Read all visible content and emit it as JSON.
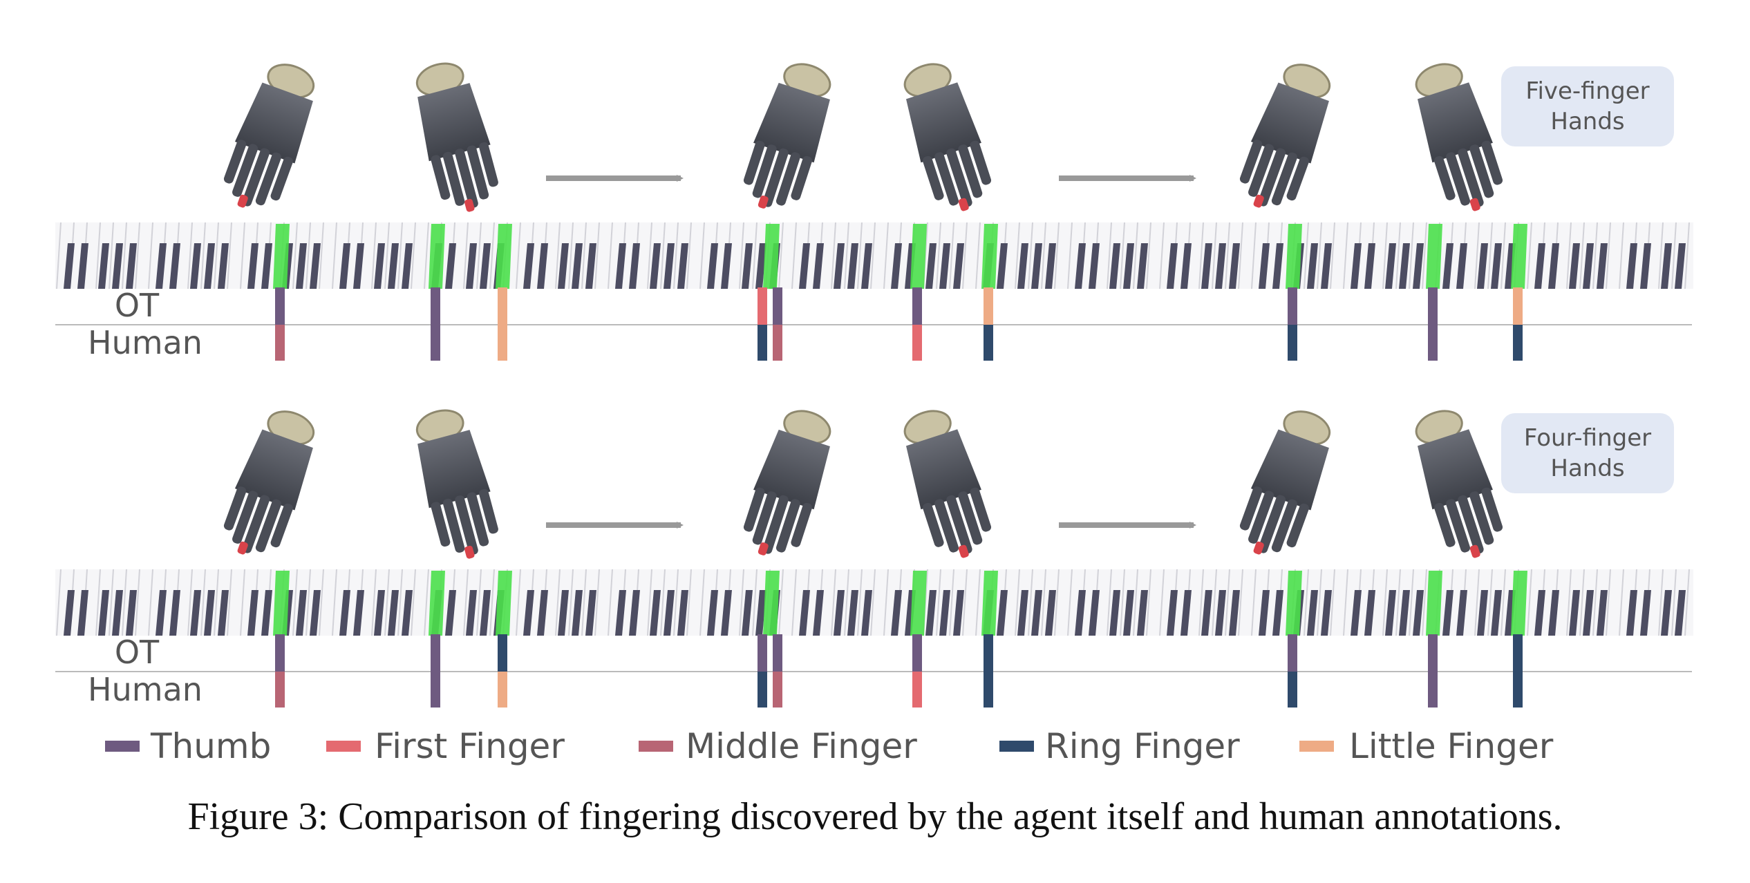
{
  "colors": {
    "thumb": "#6e5a80",
    "first_finger": "#e46a70",
    "middle_finger": "#b86574",
    "ring_finger": "#2f4a6b",
    "little_finger": "#eeab85",
    "highlight": "#4be04b",
    "badge_bg": "#e2e8f4",
    "label_text": "#555555"
  },
  "row_labels": {
    "ot": "OT",
    "human": "Human"
  },
  "panels": [
    {
      "badge_lines": [
        "Five-finger",
        "Hands"
      ],
      "markers": [
        {
          "ot": "thumb",
          "human": "middle_finger"
        },
        {
          "ot": "thumb",
          "human": "thumb"
        },
        {
          "ot": "little_finger",
          "human": "little_finger"
        },
        {
          "ot": "first_finger",
          "human": "ring_finger"
        },
        {
          "ot": "thumb",
          "human": "middle_finger"
        },
        {
          "ot": "thumb",
          "human": "first_finger"
        },
        {
          "ot": "little_finger",
          "human": "ring_finger"
        },
        {
          "ot": "thumb",
          "human": "ring_finger"
        },
        {
          "ot": "thumb",
          "human": "thumb"
        },
        {
          "ot": "little_finger",
          "human": "ring_finger"
        }
      ]
    },
    {
      "badge_lines": [
        "Four-finger",
        "Hands"
      ],
      "markers": [
        {
          "ot": "thumb",
          "human": "middle_finger"
        },
        {
          "ot": "thumb",
          "human": "thumb"
        },
        {
          "ot": "ring_finger",
          "human": "little_finger"
        },
        {
          "ot": "thumb",
          "human": "ring_finger"
        },
        {
          "ot": "thumb",
          "human": "middle_finger"
        },
        {
          "ot": "thumb",
          "human": "first_finger"
        },
        {
          "ot": "ring_finger",
          "human": "ring_finger"
        },
        {
          "ot": "thumb",
          "human": "ring_finger"
        },
        {
          "ot": "thumb",
          "human": "thumb"
        },
        {
          "ot": "ring_finger",
          "human": "ring_finger"
        }
      ]
    }
  ],
  "legend": [
    {
      "key": "thumb",
      "label": "Thumb"
    },
    {
      "key": "first_finger",
      "label": "First Finger"
    },
    {
      "key": "middle_finger",
      "label": "Middle Finger"
    },
    {
      "key": "ring_finger",
      "label": "Ring Finger"
    },
    {
      "key": "little_finger",
      "label": "Little Finger"
    }
  ],
  "caption": "Figure 3: Comparison of fingering discovered by the agent itself and human annotations."
}
